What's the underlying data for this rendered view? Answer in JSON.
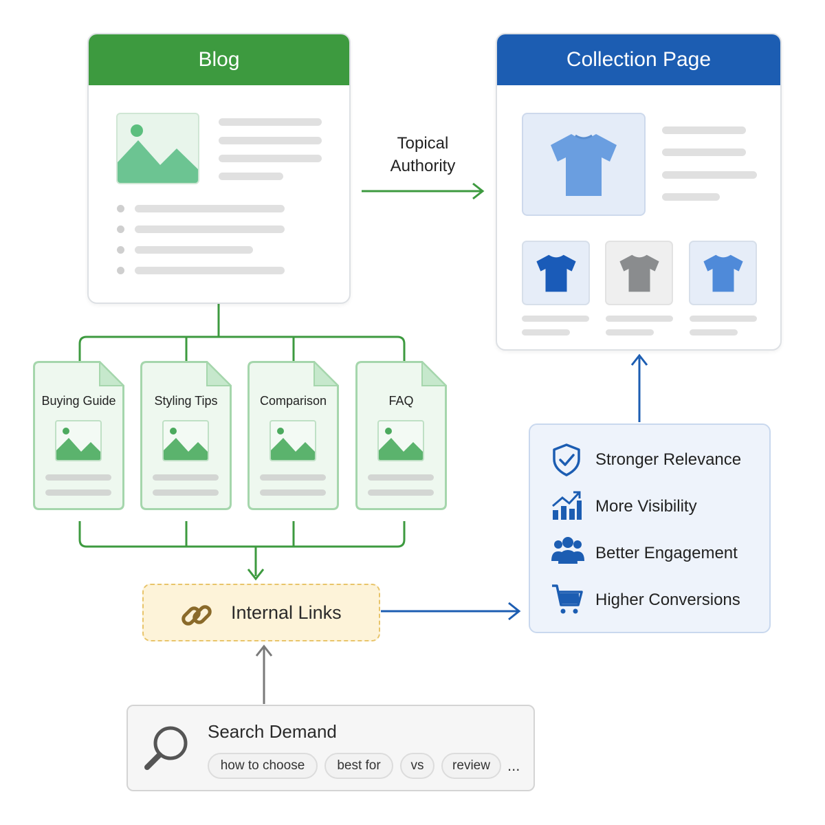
{
  "blog": {
    "title": "Blog"
  },
  "collection": {
    "title": "Collection Page"
  },
  "topical_authority": {
    "line1": "Topical",
    "line2": "Authority"
  },
  "articles": [
    {
      "title": "Buying Guide"
    },
    {
      "title": "Styling Tips"
    },
    {
      "title": "Comparison"
    },
    {
      "title": "FAQ"
    }
  ],
  "internal_links": {
    "label": "Internal Links"
  },
  "benefits": [
    {
      "label": "Stronger Relevance",
      "icon": "shield-check-icon"
    },
    {
      "label": "More Visibility",
      "icon": "growth-chart-icon"
    },
    {
      "label": "Better Engagement",
      "icon": "users-group-icon"
    },
    {
      "label": "Higher Conversions",
      "icon": "shopping-cart-icon"
    }
  ],
  "search": {
    "title": "Search Demand",
    "queries": [
      "how to choose",
      "best for",
      "vs",
      "review"
    ],
    "more": "..."
  },
  "colors": {
    "green": "#3d9a3f",
    "blue": "#1c5db2",
    "tshirt_light": "#6a9ee0",
    "tshirt_dark": "#1a5bb8",
    "tshirt_gray": "#8a8c8e",
    "gold": "#e8c46a"
  }
}
